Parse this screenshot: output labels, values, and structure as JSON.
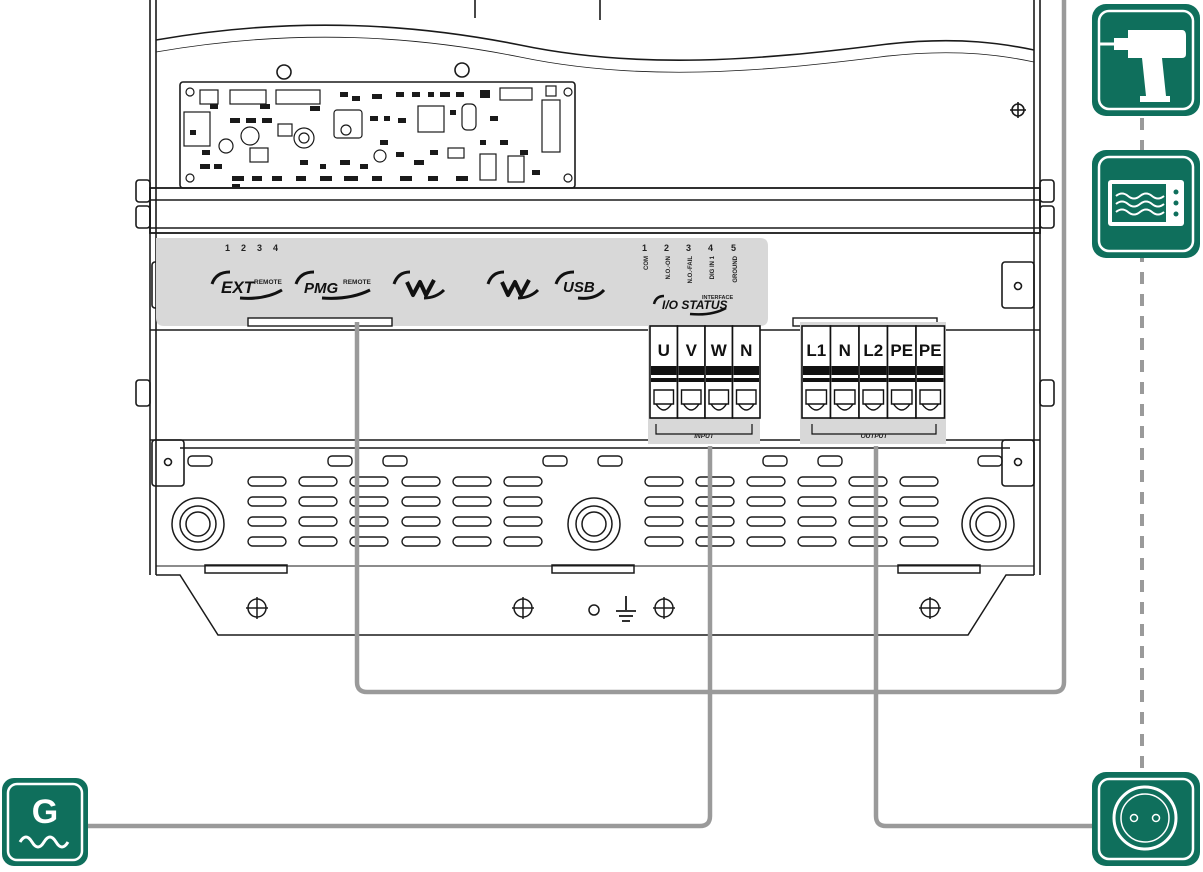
{
  "colors": {
    "icon_green": "#0f6f5c",
    "panel_gray": "#d8d8d8",
    "wire_gray": "#9a9a9a",
    "outline": "#1a1a1a"
  },
  "pins": {
    "numbers": [
      "1",
      "2",
      "3",
      "4"
    ]
  },
  "ports": {
    "ext": "EXT",
    "ext_sub": "REMOTE",
    "pmg": "PMG",
    "pmg_sub": "REMOTE",
    "usb": "USB"
  },
  "status": {
    "numbers": [
      "1",
      "2",
      "3",
      "4",
      "5"
    ],
    "labels": [
      "COM",
      "N.O.-ON",
      "N.O.-FAIL",
      "DIG IN 1",
      "GROUND"
    ],
    "title": "I/O STATUS",
    "sub": "INTERFACE"
  },
  "input": {
    "terminals": [
      "U",
      "V",
      "W",
      "N"
    ],
    "label": "INPUT"
  },
  "output": {
    "terminals": [
      "L1",
      "N",
      "L2",
      "PE",
      "PE"
    ],
    "label": "OUTPUT"
  },
  "generator": {
    "letter": "G",
    "icon": "generator-icon"
  },
  "devices": {
    "top": "drill-icon",
    "middle": "microwave-icon",
    "bottom": "socket-icon"
  }
}
